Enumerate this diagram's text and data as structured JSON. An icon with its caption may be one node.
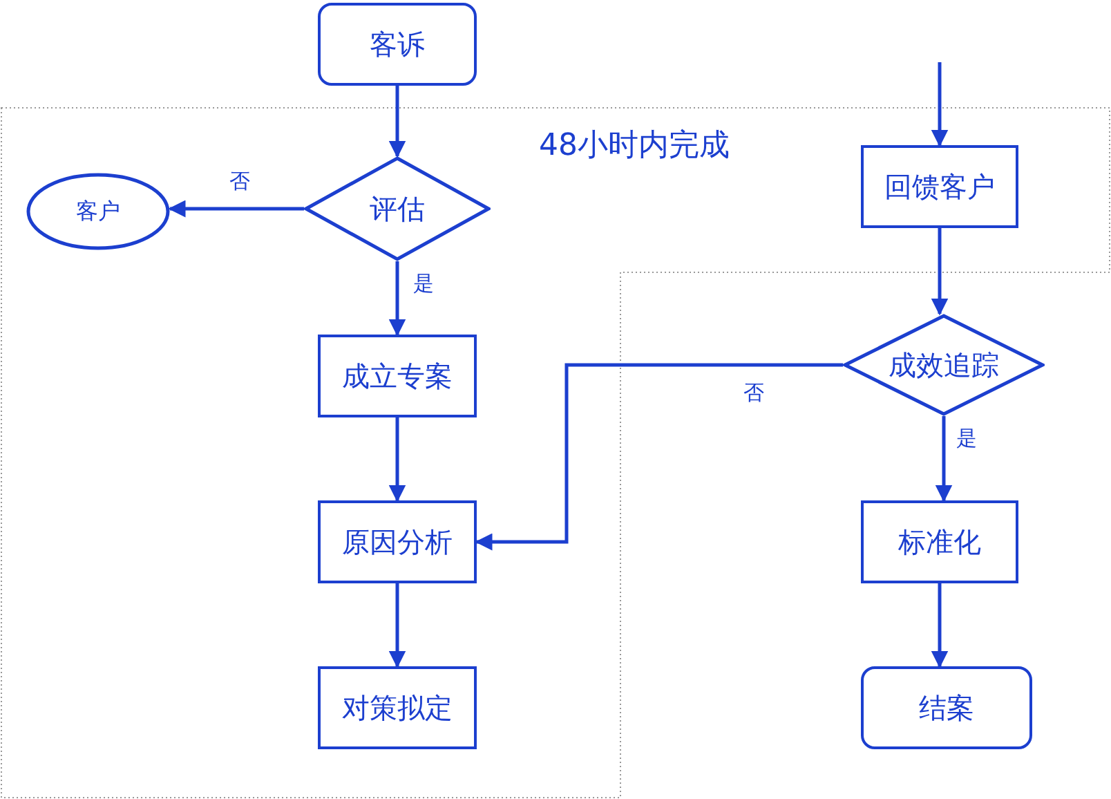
{
  "diagram": {
    "nodes": [
      {
        "text": [
          "客诉"
        ]
      },
      {
        "text": [
          "评估"
        ]
      },
      {
        "text": [
          "客户"
        ]
      },
      {
        "text": [
          "成立专案"
        ]
      },
      {
        "text": [
          "原因分析"
        ]
      },
      {
        "text": [
          "对策拟定"
        ]
      },
      {
        "text": [
          "回馈客户"
        ]
      },
      {
        "text": [
          "成效追踪"
        ]
      },
      {
        "text": [
          "标准化"
        ]
      },
      {
        "text": [
          "结案"
        ]
      }
    ],
    "edges": [
      {
        "from": 0,
        "to": 1,
        "arrow": "to"
      },
      {
        "from": 1,
        "to": 2,
        "arrow": "to",
        "label": "否"
      },
      {
        "from": 1,
        "to": 3,
        "arrow": "to",
        "label": "是"
      },
      {
        "from": 3,
        "to": 4,
        "arrow": "to"
      },
      {
        "from": 4,
        "to": 5,
        "arrow": "to"
      },
      {
        "from": null,
        "to": 6,
        "arrow": "to"
      },
      {
        "from": 6,
        "to": 7,
        "arrow": "to"
      },
      {
        "from": 7,
        "to": 4,
        "arrow": "to",
        "label": "否"
      },
      {
        "from": 7,
        "to": 8,
        "arrow": "to",
        "label": "是"
      },
      {
        "from": 8,
        "to": 9,
        "arrow": "to"
      }
    ],
    "labels": [
      "48小时内完成"
    ]
  }
}
